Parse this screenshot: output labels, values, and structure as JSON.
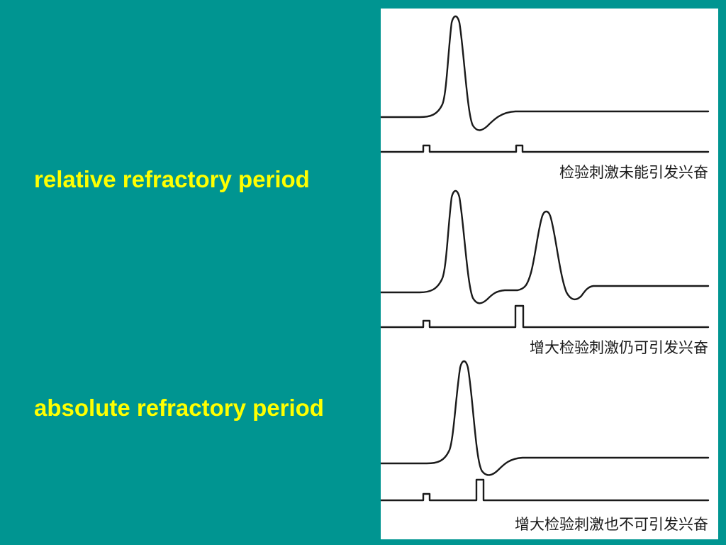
{
  "slide": {
    "background_color": "#009591",
    "label_color": "#ffff00",
    "labels": {
      "relative": "relative refractory period",
      "absolute": "absolute refractory period"
    }
  },
  "figure": {
    "background_color": "#ffffff",
    "line_color": "#1a1a1a",
    "panels": [
      {
        "caption": "检验刺激未能引发兴奋",
        "second_action_potential": false,
        "test_stimulus": "small"
      },
      {
        "caption": "增大检验刺激仍可引发兴奋",
        "second_action_potential": true,
        "test_stimulus": "large"
      },
      {
        "caption": "增大检验刺激也不可引发兴奋",
        "second_action_potential": false,
        "test_stimulus": "large"
      }
    ]
  }
}
